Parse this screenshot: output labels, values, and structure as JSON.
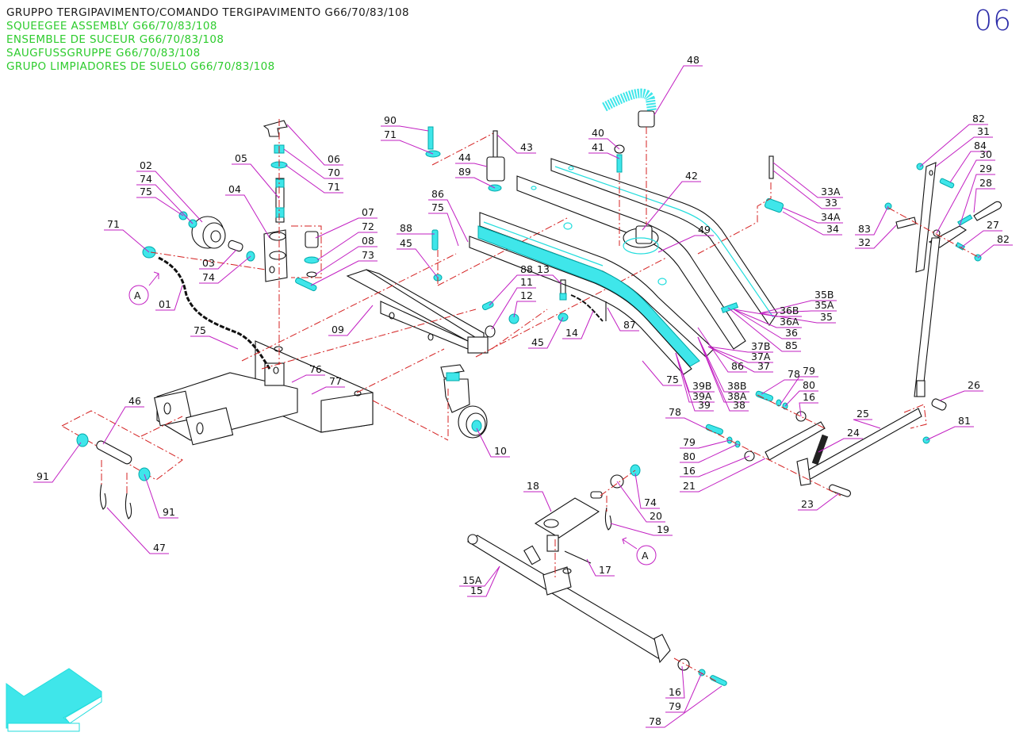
{
  "header": {
    "title_it": "GRUPPO TERGIPAVIMENTO/COMANDO TERGIPAVIMENTO G66/70/83/108",
    "title_en": "SQUEEGEE ASSEMBLY G66/70/83/108",
    "title_fr": "ENSEMBLE DE SUCEUR G66/70/83/108",
    "title_de": "SAUGFUSSGRUPPE G66/70/83/108",
    "title_es": "GRUPO LIMPIADORES DE SUELO G66/70/83/108",
    "page_number": "06"
  },
  "colors": {
    "title_primary": "#1a1a1a",
    "title_translations": "#2ecc2e",
    "page_number": "#2b2ba8",
    "leader_lines": "#c21fc2",
    "axis_lines": "#d42020",
    "highlight_parts": "#3fe6ea"
  },
  "callouts": [
    {
      "id": "c90",
      "text": "90"
    },
    {
      "id": "c71a",
      "text": "71"
    },
    {
      "id": "c43",
      "text": "43"
    },
    {
      "id": "c44",
      "text": "44"
    },
    {
      "id": "c89",
      "text": "89"
    },
    {
      "id": "c86a",
      "text": "86"
    },
    {
      "id": "c75a",
      "text": "75"
    },
    {
      "id": "c88a",
      "text": "88"
    },
    {
      "id": "c45a",
      "text": "45"
    },
    {
      "id": "c48",
      "text": "48"
    },
    {
      "id": "c40",
      "text": "40"
    },
    {
      "id": "c41",
      "text": "41"
    },
    {
      "id": "c42",
      "text": "42"
    },
    {
      "id": "c49",
      "text": "49"
    },
    {
      "id": "c06",
      "text": "06"
    },
    {
      "id": "c70",
      "text": "70"
    },
    {
      "id": "c71b",
      "text": "71"
    },
    {
      "id": "c05",
      "text": "05"
    },
    {
      "id": "c04",
      "text": "04"
    },
    {
      "id": "c07",
      "text": "07"
    },
    {
      "id": "c72",
      "text": "72"
    },
    {
      "id": "c08",
      "text": "08"
    },
    {
      "id": "c73",
      "text": "73"
    },
    {
      "id": "c02",
      "text": "02"
    },
    {
      "id": "c74a",
      "text": "74"
    },
    {
      "id": "c75b",
      "text": "75"
    },
    {
      "id": "c71c",
      "text": "71"
    },
    {
      "id": "c03",
      "text": "03"
    },
    {
      "id": "c74b",
      "text": "74"
    },
    {
      "id": "c01",
      "text": "01"
    },
    {
      "id": "c09",
      "text": "09"
    },
    {
      "id": "c75c",
      "text": "75"
    },
    {
      "id": "c76",
      "text": "76"
    },
    {
      "id": "c77",
      "text": "77"
    },
    {
      "id": "c46",
      "text": "46"
    },
    {
      "id": "c91a",
      "text": "91"
    },
    {
      "id": "c91b",
      "text": "91"
    },
    {
      "id": "c47",
      "text": "47"
    },
    {
      "id": "c88b",
      "text": "88"
    },
    {
      "id": "c13",
      "text": "13"
    },
    {
      "id": "c11",
      "text": "11"
    },
    {
      "id": "c12",
      "text": "12"
    },
    {
      "id": "c45b",
      "text": "45"
    },
    {
      "id": "c14",
      "text": "14"
    },
    {
      "id": "c87",
      "text": "87"
    },
    {
      "id": "c10",
      "text": "10"
    },
    {
      "id": "c33a",
      "text": "33A"
    },
    {
      "id": "c33",
      "text": "33"
    },
    {
      "id": "c34a",
      "text": "34A"
    },
    {
      "id": "c34",
      "text": "34"
    },
    {
      "id": "c35b",
      "text": "35B"
    },
    {
      "id": "c35a",
      "text": "35A"
    },
    {
      "id": "c35",
      "text": "35"
    },
    {
      "id": "c36b",
      "text": "36B"
    },
    {
      "id": "c36a",
      "text": "36A"
    },
    {
      "id": "c36",
      "text": "36"
    },
    {
      "id": "c85",
      "text": "85"
    },
    {
      "id": "c37b",
      "text": "37B"
    },
    {
      "id": "c37a",
      "text": "37A"
    },
    {
      "id": "c37",
      "text": "37"
    },
    {
      "id": "c86b",
      "text": "86"
    },
    {
      "id": "c75d",
      "text": "75"
    },
    {
      "id": "c39b",
      "text": "39B"
    },
    {
      "id": "c39a",
      "text": "39A"
    },
    {
      "id": "c39",
      "text": "39"
    },
    {
      "id": "c38b",
      "text": "38B"
    },
    {
      "id": "c38a",
      "text": "38A"
    },
    {
      "id": "c38",
      "text": "38"
    },
    {
      "id": "c82a",
      "text": "82"
    },
    {
      "id": "c31",
      "text": "31"
    },
    {
      "id": "c84",
      "text": "84"
    },
    {
      "id": "c30",
      "text": "30"
    },
    {
      "id": "c29",
      "text": "29"
    },
    {
      "id": "c28",
      "text": "28"
    },
    {
      "id": "c83",
      "text": "83"
    },
    {
      "id": "c32",
      "text": "32"
    },
    {
      "id": "c27",
      "text": "27"
    },
    {
      "id": "c82b",
      "text": "82"
    },
    {
      "id": "c78a",
      "text": "78"
    },
    {
      "id": "c79a",
      "text": "79"
    },
    {
      "id": "c80a",
      "text": "80"
    },
    {
      "id": "c16a",
      "text": "16"
    },
    {
      "id": "c26",
      "text": "26"
    },
    {
      "id": "c78b",
      "text": "78"
    },
    {
      "id": "c79b",
      "text": "79"
    },
    {
      "id": "c80b",
      "text": "80"
    },
    {
      "id": "c16b",
      "text": "16"
    },
    {
      "id": "c21",
      "text": "21"
    },
    {
      "id": "c25",
      "text": "25"
    },
    {
      "id": "c24",
      "text": "24"
    },
    {
      "id": "c81",
      "text": "81"
    },
    {
      "id": "c23",
      "text": "23"
    },
    {
      "id": "c18",
      "text": "18"
    },
    {
      "id": "c74c",
      "text": "74"
    },
    {
      "id": "c20",
      "text": "20"
    },
    {
      "id": "c19",
      "text": "19"
    },
    {
      "id": "c17",
      "text": "17"
    },
    {
      "id": "c15a",
      "text": "15A"
    },
    {
      "id": "c15",
      "text": "15"
    },
    {
      "id": "c16c",
      "text": "16"
    },
    {
      "id": "c79c",
      "text": "79"
    },
    {
      "id": "c78c",
      "text": "78"
    }
  ],
  "view_markers": [
    {
      "id": "viewA1",
      "text": "A"
    },
    {
      "id": "viewA2",
      "text": "A"
    }
  ],
  "icons": {
    "orientation_arrow": "isometric-arrow-icon"
  }
}
